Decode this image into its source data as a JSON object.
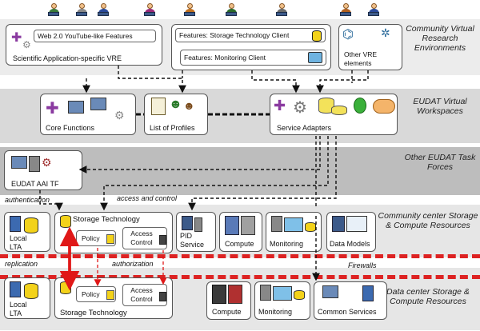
{
  "bands": {
    "community_vre": "Community Virtual Research Environments",
    "workspaces": "EUDAT Virtual Workspaces",
    "task_forces": "Other EUDAT Task Forces",
    "community_center": "Community center Storage & Compute Resources",
    "data_center": "Data center Storage & Compute Resources"
  },
  "vre": {
    "web20": "Web 2.0 YouTube-like Features",
    "sci_vre": "Scientific Application-specific VRE",
    "storage_client": "Features: Storage Technology  Client",
    "monitoring_client": "Features:  Monitoring Client",
    "other_vre": "Other VRE elements"
  },
  "workspace": {
    "core": "Core Functions",
    "profiles": "List of Profiles",
    "adapters": "Service Adapters"
  },
  "taskforce": {
    "aai": "EUDAT AAI TF"
  },
  "links": {
    "authentication": "authentication",
    "access_control": "access and control",
    "replication": "replication",
    "authorization": "authorization",
    "firewalls": "Firewalls"
  },
  "community": {
    "local_lta": "Local LTA",
    "storage_tech": "Storage Technology",
    "policy": "Policy",
    "access_control": "Access Control",
    "pid": "PID Service",
    "compute": "Compute",
    "monitoring": "Monitoring",
    "data_models": "Data Models"
  },
  "datacenter": {
    "local_lta": "Local LTA",
    "storage_tech": "Storage Technology",
    "policy": "Policy",
    "access_control": "Access Control",
    "compute": "Compute",
    "monitoring": "Monitoring",
    "common_services": "Common Services"
  },
  "colors": {
    "band_light": "#e9e9e9",
    "band_mid": "#d6d6d6",
    "band_dark": "#b9b9b9",
    "firewall": "#dd2222",
    "replication": "#e01818"
  }
}
